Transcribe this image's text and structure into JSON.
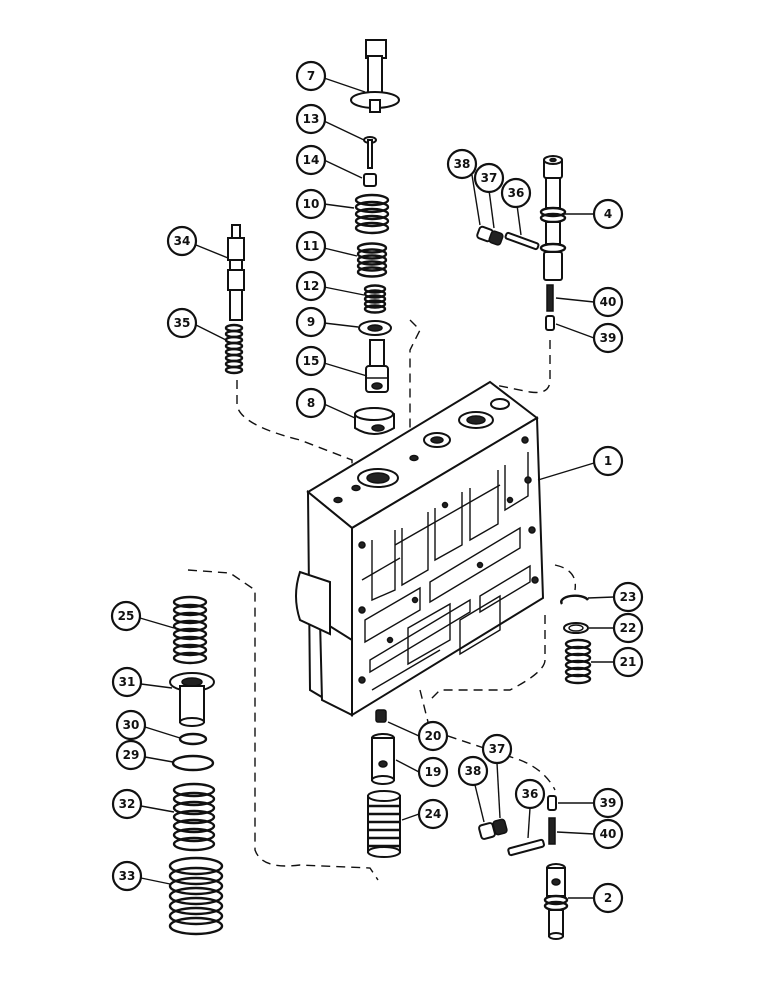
{
  "callouts": [
    {
      "id": "c7",
      "label": "7"
    },
    {
      "id": "c13",
      "label": "13"
    },
    {
      "id": "c14",
      "label": "14"
    },
    {
      "id": "c10",
      "label": "10"
    },
    {
      "id": "c11",
      "label": "11"
    },
    {
      "id": "c12",
      "label": "12"
    },
    {
      "id": "c9",
      "label": "9"
    },
    {
      "id": "c15",
      "label": "15"
    },
    {
      "id": "c8",
      "label": "8"
    },
    {
      "id": "c34",
      "label": "34"
    },
    {
      "id": "c35",
      "label": "35"
    },
    {
      "id": "c38a",
      "label": "38"
    },
    {
      "id": "c37a",
      "label": "37"
    },
    {
      "id": "c36a",
      "label": "36"
    },
    {
      "id": "c4",
      "label": "4"
    },
    {
      "id": "c40a",
      "label": "40"
    },
    {
      "id": "c39a",
      "label": "39"
    },
    {
      "id": "c1",
      "label": "1"
    },
    {
      "id": "c23",
      "label": "23"
    },
    {
      "id": "c22",
      "label": "22"
    },
    {
      "id": "c21",
      "label": "21"
    },
    {
      "id": "c25",
      "label": "25"
    },
    {
      "id": "c31",
      "label": "31"
    },
    {
      "id": "c30",
      "label": "30"
    },
    {
      "id": "c29",
      "label": "29"
    },
    {
      "id": "c32",
      "label": "32"
    },
    {
      "id": "c33",
      "label": "33"
    },
    {
      "id": "c20",
      "label": "20"
    },
    {
      "id": "c19",
      "label": "19"
    },
    {
      "id": "c24",
      "label": "24"
    },
    {
      "id": "c38b",
      "label": "38"
    },
    {
      "id": "c37b",
      "label": "37"
    },
    {
      "id": "c36b",
      "label": "36"
    },
    {
      "id": "c39b",
      "label": "39"
    },
    {
      "id": "c40b",
      "label": "40"
    },
    {
      "id": "c2",
      "label": "2"
    }
  ]
}
